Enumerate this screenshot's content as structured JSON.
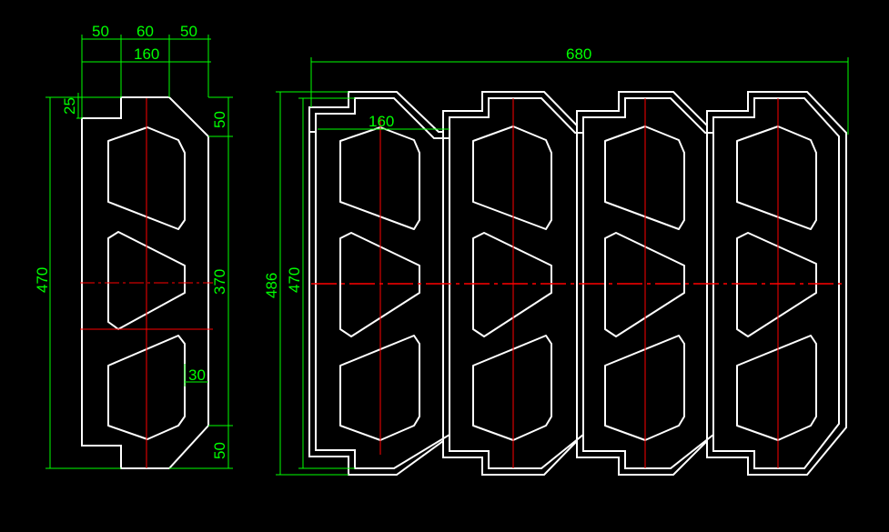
{
  "colors": {
    "background": "#000000",
    "outline": "#ffffff",
    "dimension": "#00ff00",
    "centerline": "#ff0000"
  },
  "single_block": {
    "top_widths": [
      "50",
      "60",
      "50"
    ],
    "total_width": "160",
    "notch_height": "25",
    "chamfer_top": "50",
    "inner_height": "370",
    "total_height": "470",
    "web_thickness": "30",
    "chamfer_bottom": "50"
  },
  "assembly": {
    "total_width": "680",
    "block_width": "160",
    "outer_height": "486",
    "inner_height": "470"
  }
}
